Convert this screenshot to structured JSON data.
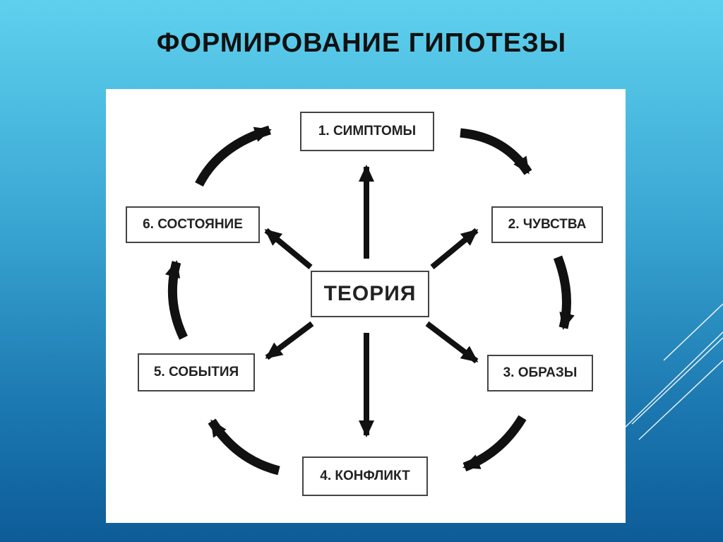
{
  "slide": {
    "title": "ФОРМИРОВАНИЕ ГИПОТЕЗЫ",
    "background_top": "#5fd1ee",
    "background_bottom": "#0d5c98",
    "accent_line_color": "#ffffff"
  },
  "diagram": {
    "center": "ТЕОРИЯ",
    "nodes": [
      "1. СИМПТОМЫ",
      "2. ЧУВСТВА",
      "3. ОБРАЗЫ",
      "4. КОНФЛИКТ",
      "5. СОБЫТИЯ",
      "6. СОСТОЯНИЕ"
    ],
    "arrow_color": "#111111",
    "box_border_color": "#444444"
  }
}
